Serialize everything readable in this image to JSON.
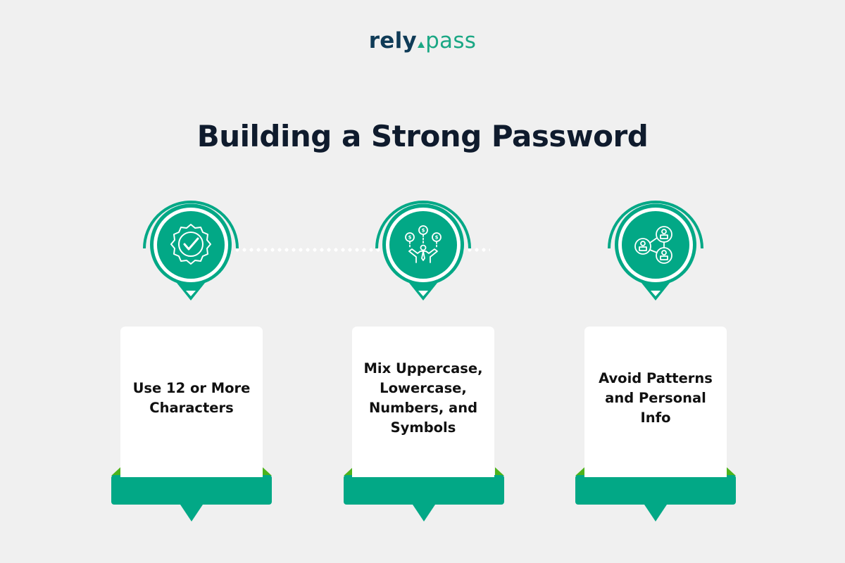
{
  "brand": {
    "logo_left": "rely",
    "logo_right": "pass",
    "logo_mark": "triangle-mark"
  },
  "page": {
    "title": "Building a Strong Password"
  },
  "colors": {
    "background": "#f0f0f0",
    "primary_green": "#02a886",
    "accent_green": "#4db31b",
    "brand_navy": "#0f3b57",
    "brand_teal": "#1aa784",
    "title_text": "#0f1b2d",
    "card": "#ffffff"
  },
  "steps": [
    {
      "icon": "verified-badge-check-icon",
      "text": "Use 12 or More Characters"
    },
    {
      "icon": "person-juggling-coins-icon",
      "text": "Mix Uppercase, Lowercase, Numbers, and Symbols"
    },
    {
      "icon": "connected-users-network-icon",
      "text": "Avoid Patterns and Personal Info"
    }
  ]
}
